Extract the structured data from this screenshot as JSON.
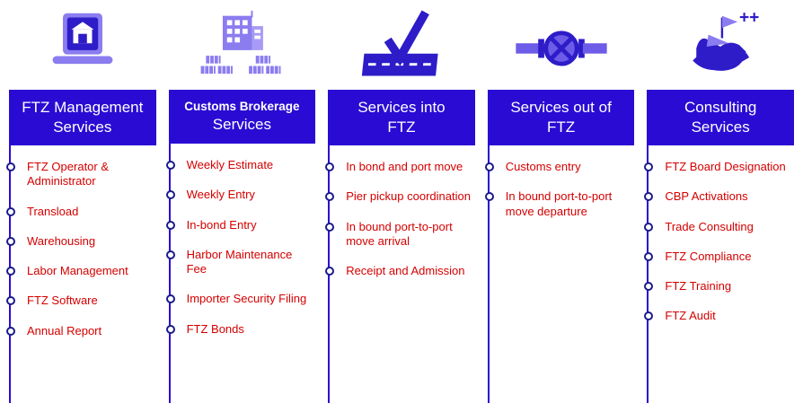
{
  "colors": {
    "header_bg": "#2a0bd3",
    "item_text": "#d40000",
    "line": "#2a0bd3",
    "bullet_border": "#1a1a8c",
    "icon_dark": "#2d1cc8",
    "icon_light": "#8b7cf0"
  },
  "columns": [
    {
      "icon": "laptop-warehouse-icon",
      "header": {
        "line1": "FTZ Management",
        "line2": "Services"
      },
      "items": [
        "FTZ Operator & Administrator",
        "Transload",
        "Warehousing",
        "Labor Management",
        "FTZ Software",
        "Annual Report"
      ]
    },
    {
      "icon": "building-containers-icon",
      "header": {
        "line1": "Customs Brokerage",
        "line2": "Services"
      },
      "items": [
        "Weekly Estimate",
        "Weekly Entry",
        "In-bond Entry",
        "Harbor Maintenance Fee",
        "Importer Security Filing",
        "FTZ Bonds"
      ]
    },
    {
      "icon": "road-checkmark-icon",
      "header": {
        "line1": "Services into",
        "line2": "FTZ"
      },
      "items": [
        "In bond and port move",
        "Pier pickup coordination",
        "In bound port-to-port move arrival",
        "Receipt and Admission"
      ]
    },
    {
      "icon": "pipeline-valve-icon",
      "header": {
        "line1": "Services out of",
        "line2": "FTZ"
      },
      "items": [
        "Customs entry",
        "In bound port-to-port move departure"
      ]
    },
    {
      "icon": "hand-bird-icon",
      "icon_plus": "++",
      "header": {
        "line1": "Consulting",
        "line2": "Services"
      },
      "items": [
        "FTZ Board Designation",
        "CBP Activations",
        "Trade Consulting",
        "FTZ Compliance",
        "FTZ Training",
        "FTZ Audit"
      ]
    }
  ]
}
